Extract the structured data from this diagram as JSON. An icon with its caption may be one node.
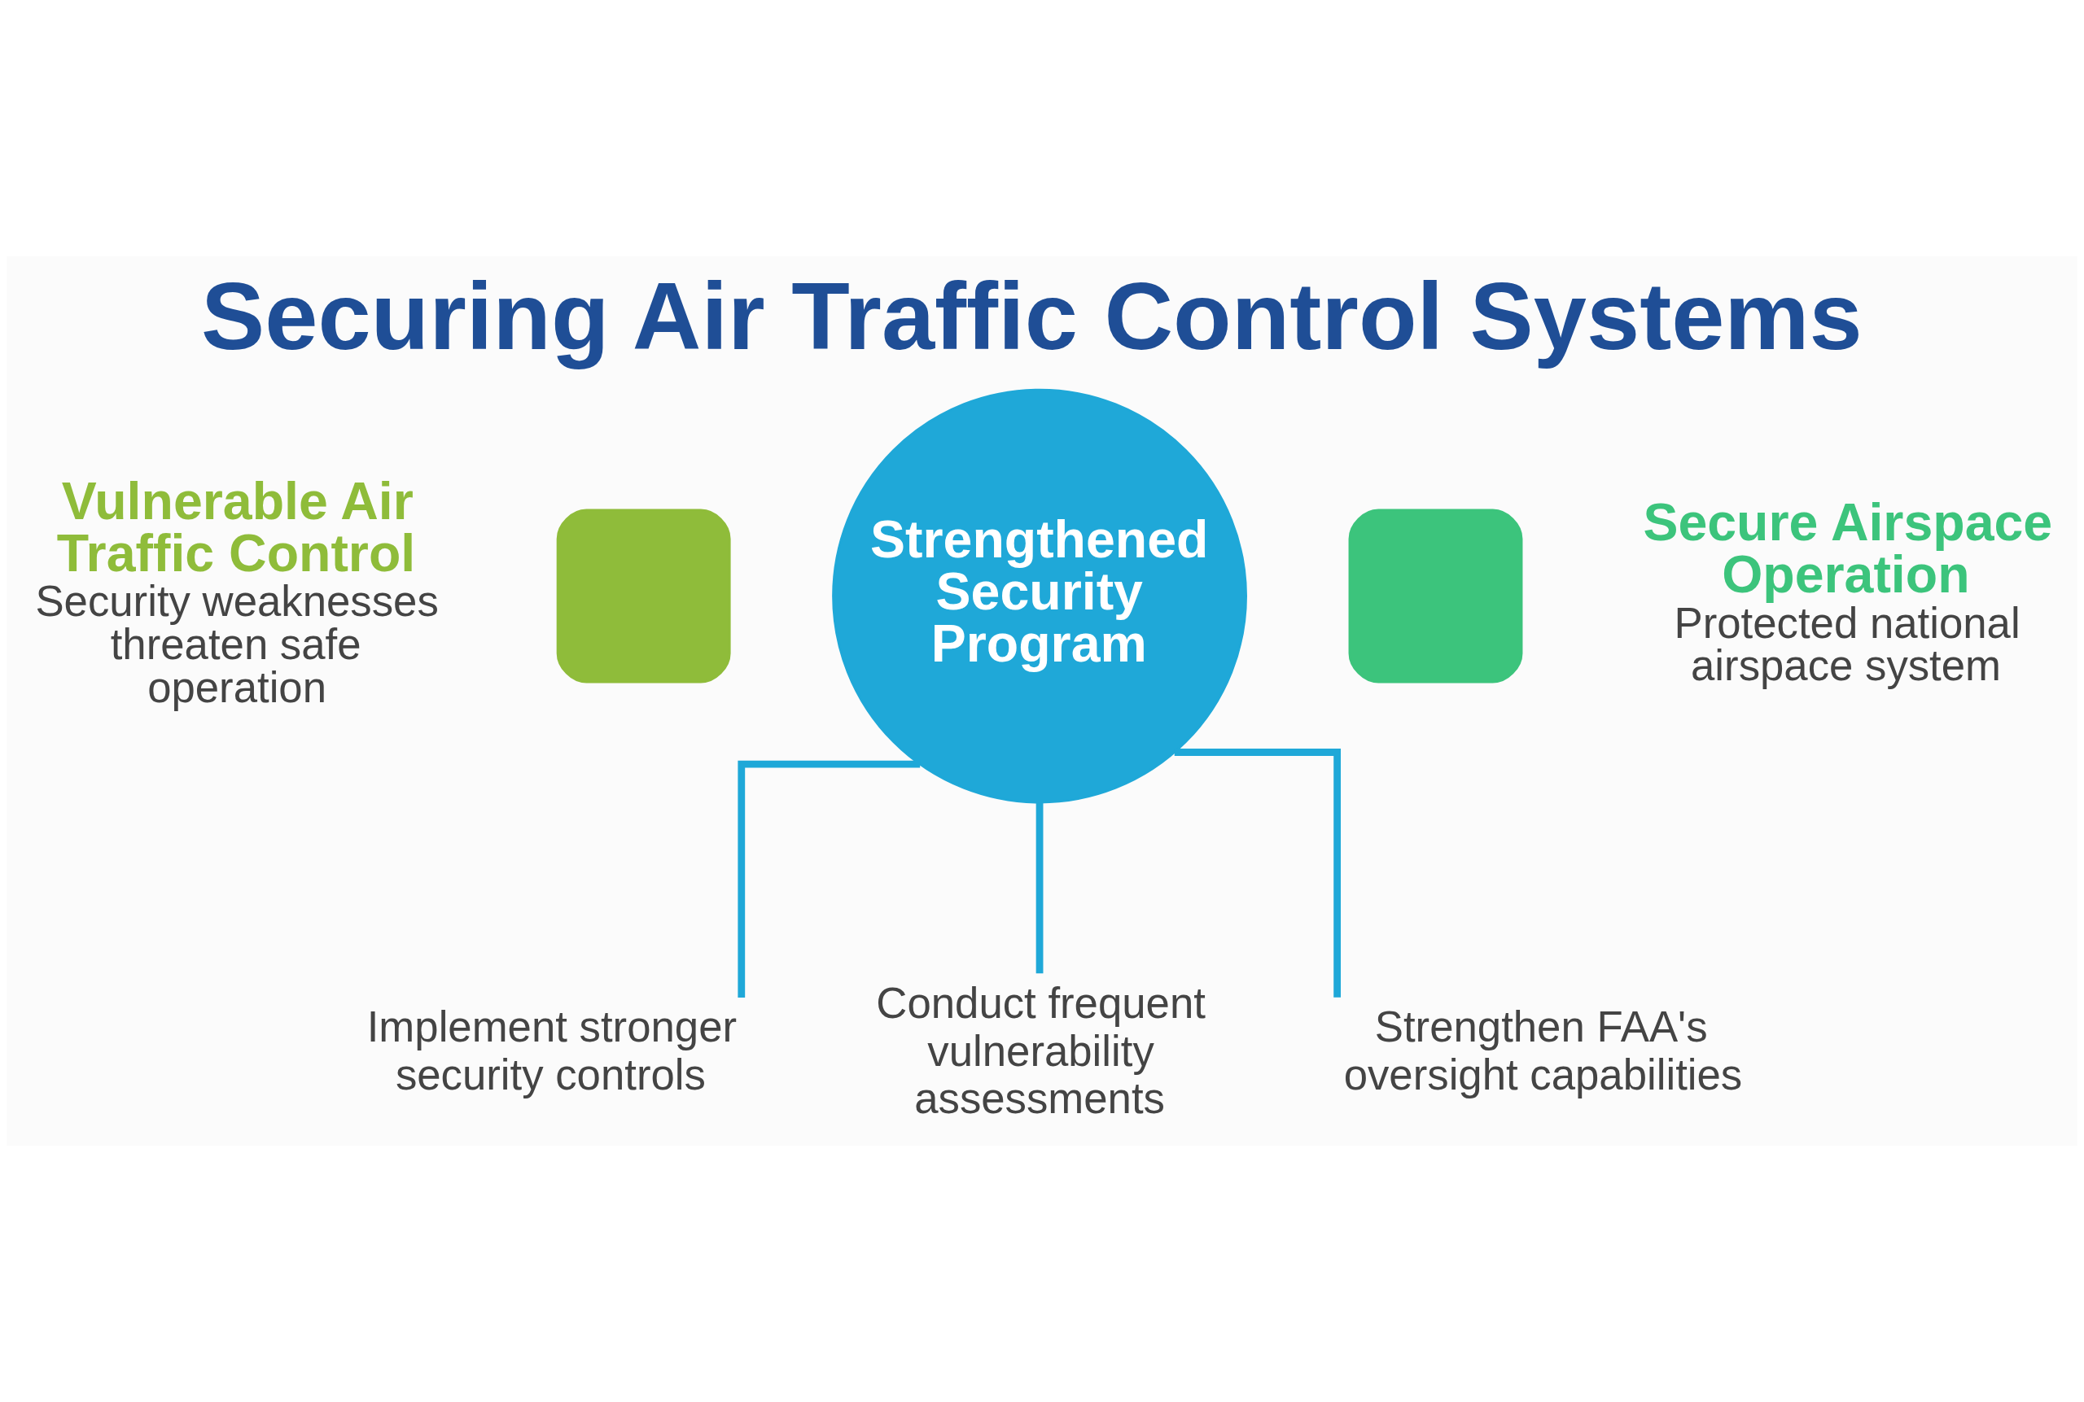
{
  "diagram": {
    "title": "Securing Air Traffic Control Systems",
    "nodes": [
      {
        "text": [
          "Strengthened Security Program"
        ]
      },
      {
        "text": [],
        "shape": "box",
        "beside": [
          "Vulnerable Air Traffic Control",
          "Security weaknesses threaten safe operation"
        ]
      },
      {
        "text": [],
        "shape": "box",
        "beside": [
          "Secure Airspace Operation",
          "Protected national airspace system"
        ]
      },
      {
        "text": [
          "Implement stronger security controls"
        ]
      },
      {
        "text": [
          "Conduct frequent vulnerability assessments"
        ]
      },
      {
        "text": [
          "Strengthen FAA's oversight capabilities"
        ]
      }
    ],
    "edges": [
      {
        "from": 0,
        "to": 3,
        "arrow": "none"
      },
      {
        "from": 0,
        "to": 4,
        "arrow": "none"
      },
      {
        "from": 0,
        "to": 5,
        "arrow": "none"
      }
    ]
  }
}
